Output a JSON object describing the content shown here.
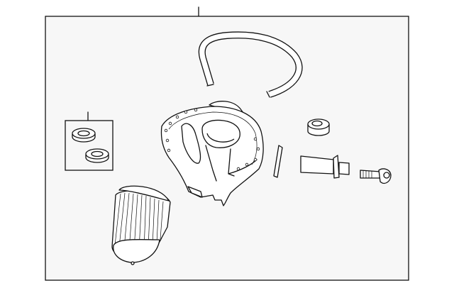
{
  "diagram": {
    "type": "exploded parts diagram",
    "parts": [
      "hose",
      "housing",
      "filter",
      "grommet-kit",
      "grommet",
      "seal",
      "sensor",
      "bolt"
    ],
    "colors": {
      "line": "#111111",
      "frame_fill": "#f7f7f7",
      "part_fill": "#ffffff"
    }
  }
}
